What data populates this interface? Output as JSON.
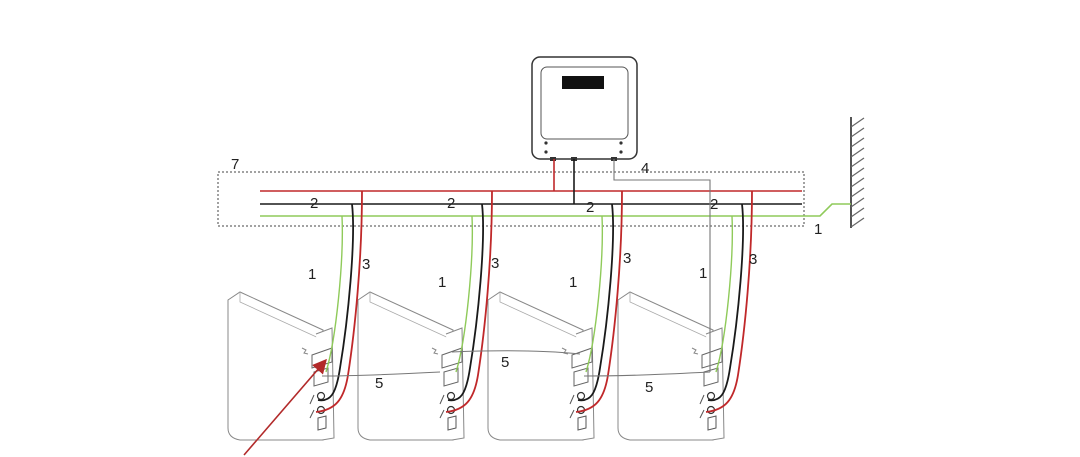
{
  "diagram": {
    "labels": {
      "ground": "1",
      "dc_bus": "2",
      "power_cable": "3",
      "comm_inverter": "4",
      "comm_link": "5",
      "combiner_box": "7"
    },
    "batteries": [
      {
        "ground_label": "1",
        "dc_label": "2",
        "power_label": "3",
        "link_label": "5"
      },
      {
        "ground_label": "1",
        "dc_label": "2",
        "power_label": "3",
        "link_label": "5"
      },
      {
        "ground_label": "1",
        "dc_label": "2",
        "power_label": "3",
        "link_label": "5"
      },
      {
        "ground_label": "1",
        "dc_label": "2",
        "power_label": "3"
      }
    ],
    "colors": {
      "positive": "#c0282a",
      "negative": "#1a1a1a",
      "ground": "#8fca5a",
      "comm": "#777777",
      "pointer": "#b22a2a"
    },
    "icons": [
      "inverter-icon",
      "battery-module-icon",
      "ground-wall-icon",
      "pointer-arrow-icon"
    ]
  }
}
